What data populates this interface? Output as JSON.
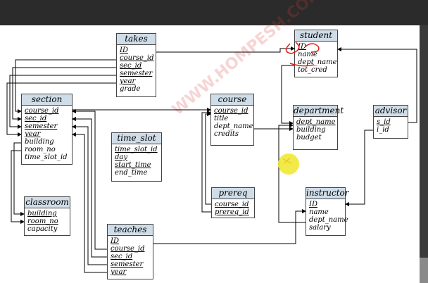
{
  "watermark": "WWW.HOMPESH.COM",
  "colors": {
    "header": "#cfdde8",
    "line": "#000000",
    "annotation": "#e0201c",
    "cursor": "#f0e628"
  },
  "entities": {
    "takes": {
      "title": "takes",
      "attrs": [
        "ID",
        "course_id",
        "sec_id",
        "semester",
        "year",
        "grade"
      ],
      "keys": [
        0,
        1,
        2,
        3,
        4
      ]
    },
    "student": {
      "title": "student",
      "attrs": [
        "ID",
        "name",
        "dept_name",
        "tot_cred"
      ],
      "keys": [
        0
      ]
    },
    "section": {
      "title": "section",
      "attrs": [
        "course_id",
        "sec_id",
        "semester",
        "year",
        "building",
        "room_no",
        "time_slot_id"
      ],
      "keys": [
        0,
        1,
        2,
        3
      ]
    },
    "course": {
      "title": "course",
      "attrs": [
        "course_id",
        "title",
        "dept_name",
        "credits"
      ],
      "keys": [
        0
      ]
    },
    "department": {
      "title": "department",
      "attrs": [
        "dept_name",
        "building",
        "budget"
      ],
      "keys": [
        0
      ]
    },
    "advisor": {
      "title": "advisor",
      "attrs": [
        "s_id",
        "i_id"
      ],
      "keys": [
        0
      ]
    },
    "time_slot": {
      "title": "time_slot",
      "attrs": [
        "time_slot_id",
        "day",
        "start_time",
        "end_time"
      ],
      "keys": [
        0,
        1,
        2
      ]
    },
    "prereq": {
      "title": "prereq",
      "attrs": [
        "course_id",
        "prereq_id"
      ],
      "keys": [
        0,
        1
      ]
    },
    "instructor": {
      "title": "instructor",
      "attrs": [
        "ID",
        "name",
        "dept_name",
        "salary"
      ],
      "keys": [
        0
      ]
    },
    "classroom": {
      "title": "classroom",
      "attrs": [
        "building",
        "room_no",
        "capacity"
      ],
      "keys": [
        0,
        1
      ]
    },
    "teaches": {
      "title": "teaches",
      "attrs": [
        "ID",
        "course_id",
        "sec_id",
        "semester",
        "year"
      ],
      "keys": [
        0,
        1,
        2,
        3,
        4
      ]
    }
  }
}
